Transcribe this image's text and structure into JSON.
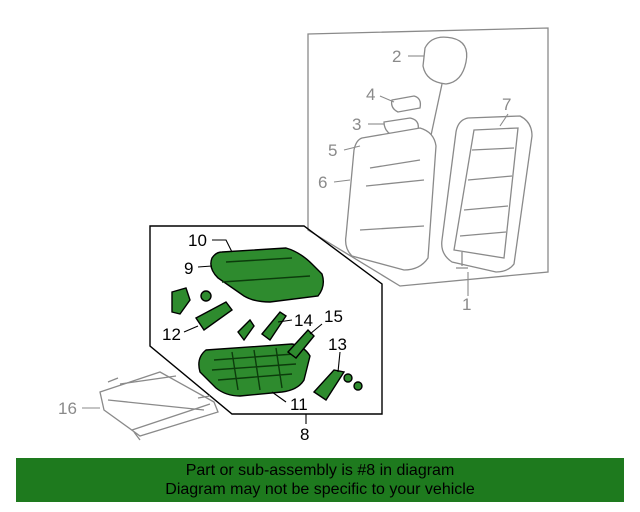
{
  "diagram": {
    "callouts": {
      "c1": "1",
      "c2": "2",
      "c3": "3",
      "c4": "4",
      "c5": "5",
      "c6": "6",
      "c7": "7",
      "c8": "8",
      "c9": "9",
      "c10": "10",
      "c11": "11",
      "c12": "12",
      "c13": "13",
      "c14": "14",
      "c15": "15",
      "c16": "16"
    },
    "colors": {
      "highlight": "#2e8b2e",
      "outline": "#000000",
      "ghost": "#8a8a8a",
      "banner": "#1e7a1e"
    }
  },
  "banner": {
    "line1": "Part or sub-assembly is #8 in diagram",
    "line2": "Diagram may not be specific to your vehicle"
  }
}
